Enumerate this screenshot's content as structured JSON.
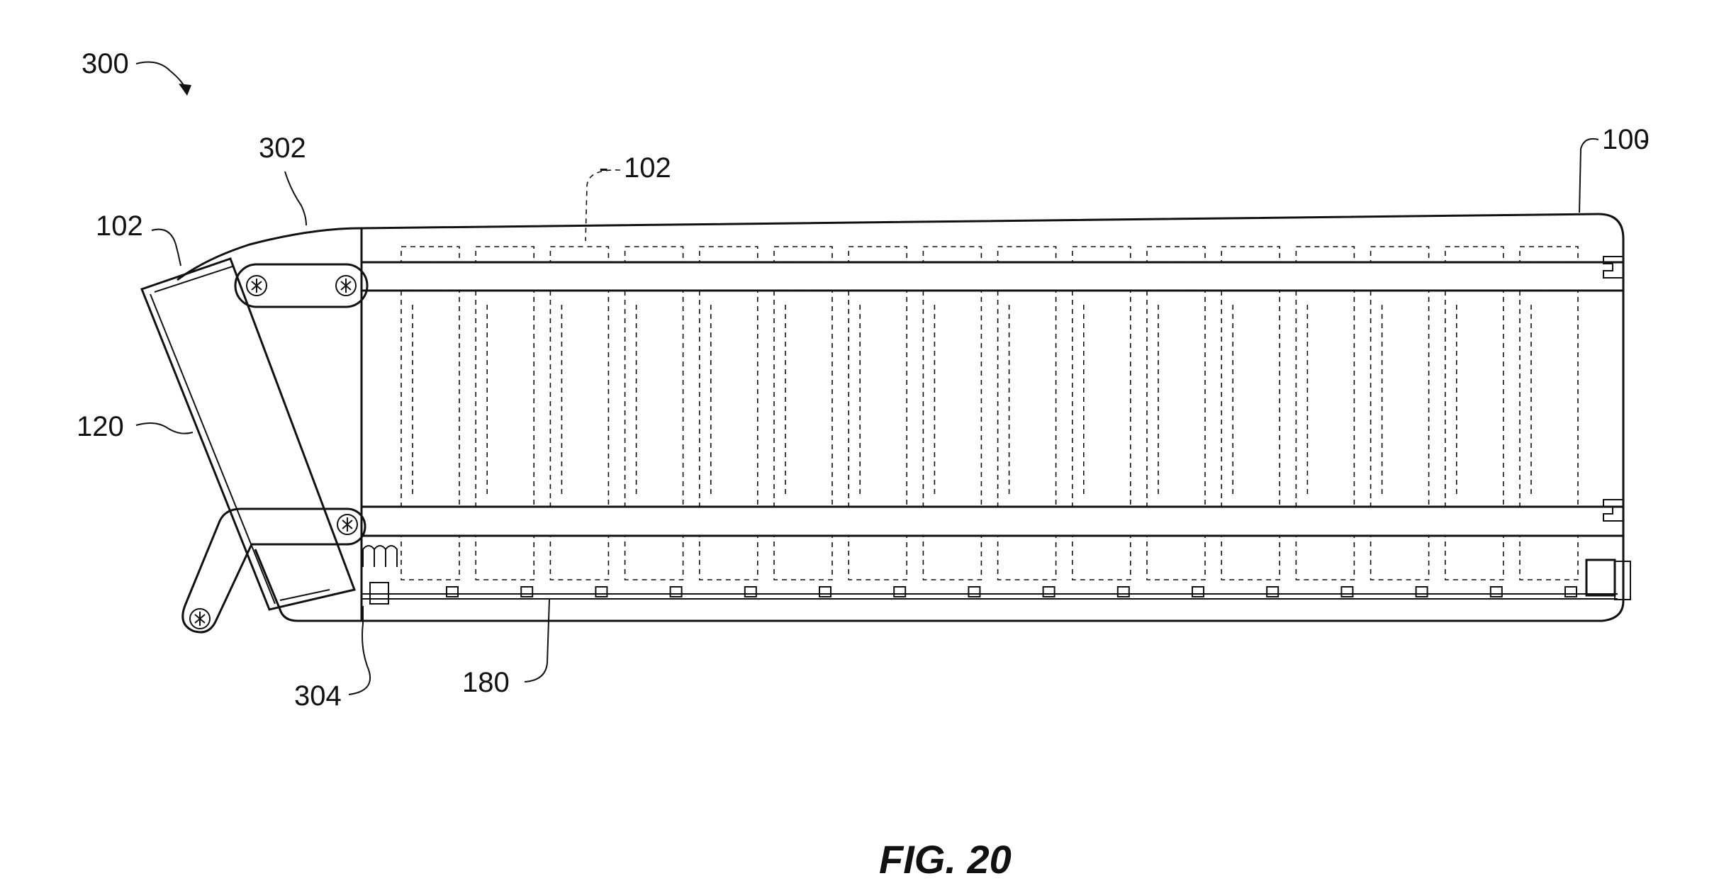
{
  "figure": {
    "caption": "FIG. 20",
    "labels": {
      "assembly": "300",
      "frame": "100",
      "cells_dashed": "102",
      "cell_left": "102",
      "end_cap": "302",
      "panel": "120",
      "spring": "304",
      "bus_bar": "180"
    }
  },
  "colors": {
    "ink": "#111111",
    "paper": "#ffffff"
  }
}
